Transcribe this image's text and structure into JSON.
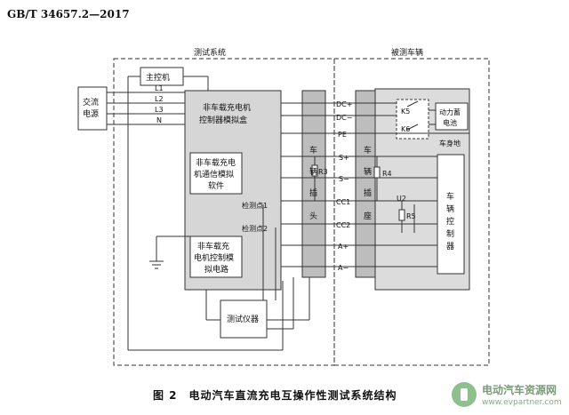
{
  "header": {
    "standard": "GB/T 34657.2—2017"
  },
  "diagram": {
    "test_system_title": "测试系统",
    "vehicle_title": "被测车辆",
    "master_controller": "主控机",
    "ac_source": [
      "交流",
      "电源"
    ],
    "phases": [
      "L1",
      "L2",
      "L3",
      "N"
    ],
    "simulator_box": [
      "非车载充电机",
      "控制器模拟盒"
    ],
    "comm_software": [
      "非车载充电",
      "机通信模拟",
      "软件"
    ],
    "control_circuit": [
      "非车载充",
      "电机控制模",
      "拟电路"
    ],
    "detection_point_1": "检测点1",
    "detection_point_2": "检测点2",
    "test_instrument": "测试仪器",
    "vehicle_plug": [
      "车",
      "辆",
      "插",
      "头"
    ],
    "vehicle_socket": [
      "车",
      "辆",
      "插",
      "座"
    ],
    "signals": [
      "DC+",
      "DC−",
      "PE",
      "S+",
      "S−",
      "CC1",
      "CC2",
      "A+",
      "A−"
    ],
    "resistors": {
      "r3": "R3",
      "r4": "R4",
      "r5": "R5"
    },
    "switches": {
      "k5": "K5",
      "k6": "K6"
    },
    "u2": "U2",
    "battery": [
      "动力蓄",
      "电池"
    ],
    "chassis_ground": "车身地",
    "vehicle_controller": [
      "车",
      "辆",
      "控",
      "制",
      "器"
    ]
  },
  "caption": "图 2　电动汽车直流充电互操作性测试系统结构",
  "watermark": {
    "name": "电动汽车资源网",
    "url": "www.evpartner.com"
  }
}
